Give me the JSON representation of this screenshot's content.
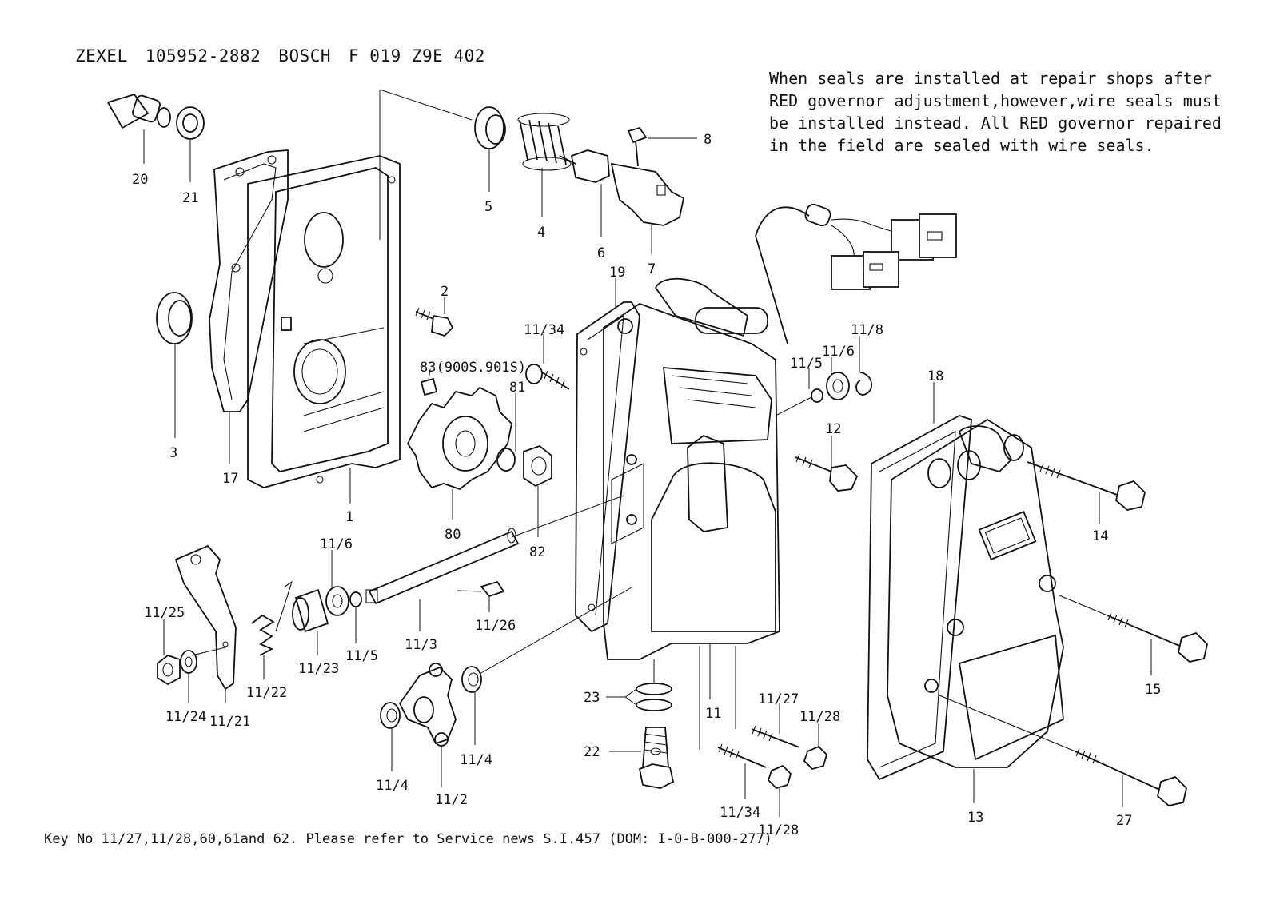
{
  "header": {
    "maker": "ZEXEL",
    "part_no": "105952-2882",
    "brand": "BOSCH",
    "bosch_no": "F 019 Z9E 402"
  },
  "note": {
    "lines": [
      "When seals are installed at repair shops after",
      "RED governor adjustment,however,wire seals must",
      "be installed instead. All RED governor repaired",
      "in the field are sealed with wire seals."
    ]
  },
  "footer": {
    "text": "Key No 11/27,11/28,60,61and 62.  Please refer to Service news S.I.457 (DOM: I-0-B-000-277)"
  },
  "labels": {
    "l1": "1",
    "l2": "2",
    "l3": "3",
    "l4": "4",
    "l5": "5",
    "l6": "6",
    "l7": "7",
    "l8": "8",
    "l11": "11",
    "l11_2": "11/2",
    "l11_3": "11/3",
    "l11_4a": "11/4",
    "l11_4b": "11/4",
    "l11_5a": "11/5",
    "l11_5b": "11/5",
    "l11_6a": "11/6",
    "l11_6b": "11/6",
    "l11_8": "11/8",
    "l11_21": "11/21",
    "l11_22": "11/22",
    "l11_23": "11/23",
    "l11_24": "11/24",
    "l11_25": "11/25",
    "l11_26": "11/26",
    "l11_27": "11/27",
    "l11_28a": "11/28",
    "l11_28b": "11/28",
    "l11_34a": "11/34",
    "l11_34b": "11/34",
    "l12": "12",
    "l13": "13",
    "l14": "14",
    "l15": "15",
    "l17": "17",
    "l18": "18",
    "l19": "19",
    "l20": "20",
    "l21": "21",
    "l22": "22",
    "l23": "23",
    "l27": "27",
    "l80": "80",
    "l81": "81",
    "l82": "82",
    "l83": "83(900S.901S)"
  }
}
